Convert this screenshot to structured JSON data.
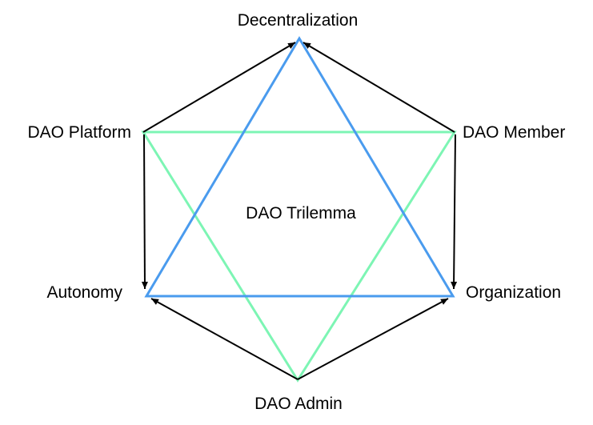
{
  "diagram": {
    "center_label": "DAO Trilemma",
    "nodes": {
      "top": "Decentralization",
      "upper_left": "DAO Platform",
      "upper_right": "DAO Member",
      "lower_left": "Autonomy",
      "lower_right": "Organization",
      "bottom": "DAO Admin"
    },
    "colors": {
      "blue_triangle": "#4a9bee",
      "green_triangle": "#7df5b4",
      "arrows": "#000000"
    }
  }
}
